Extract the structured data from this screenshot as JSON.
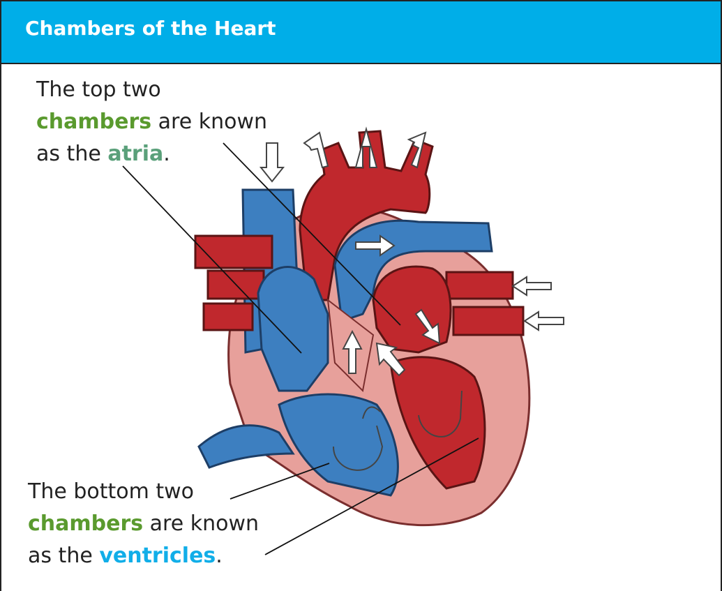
{
  "header": {
    "title": "Chambers of the Heart"
  },
  "captions": {
    "top": {
      "line1": "The top two",
      "keyword": "chambers",
      "line2_rest": " are known",
      "line3_prefix": "as the ",
      "term": "atria",
      "line3_suffix": "."
    },
    "bottom": {
      "line1": "The bottom two",
      "keyword": "chambers",
      "line2_rest": " are known",
      "line3_prefix": "as the ",
      "term": "ventricles",
      "line3_suffix": "."
    }
  },
  "colors": {
    "header": "#00aee8",
    "oxygenated": "#c0282d",
    "deoxygenated": "#3d7fc0",
    "muscle": "#e7a09b",
    "keyword_green": "#5a9a2e",
    "keyword_teal": "#5aa07a",
    "keyword_blue": "#11aee8"
  }
}
